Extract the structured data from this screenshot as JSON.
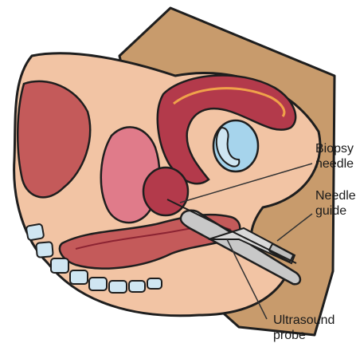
{
  "labels": {
    "biopsy_needle": [
      "Biopsy",
      "needle"
    ],
    "needle_guide": [
      "Needle",
      "guide"
    ],
    "ultrasound_probe": [
      "Ultrasound",
      "probe"
    ]
  },
  "colors": {
    "skin": "#f2c4a4",
    "back_skin": "#c89b6c",
    "outline": "#1e1e1e",
    "flesh": "#c45a5a",
    "pink_organ": "#e07b8a",
    "dark_red": "#8c2433",
    "prostate": "#b33a4b",
    "bladder_blue": "#a6d4ec",
    "probe_gray": "#c8c8c8",
    "vertebra": "#cfe6f2",
    "leader_line": "#333333"
  }
}
